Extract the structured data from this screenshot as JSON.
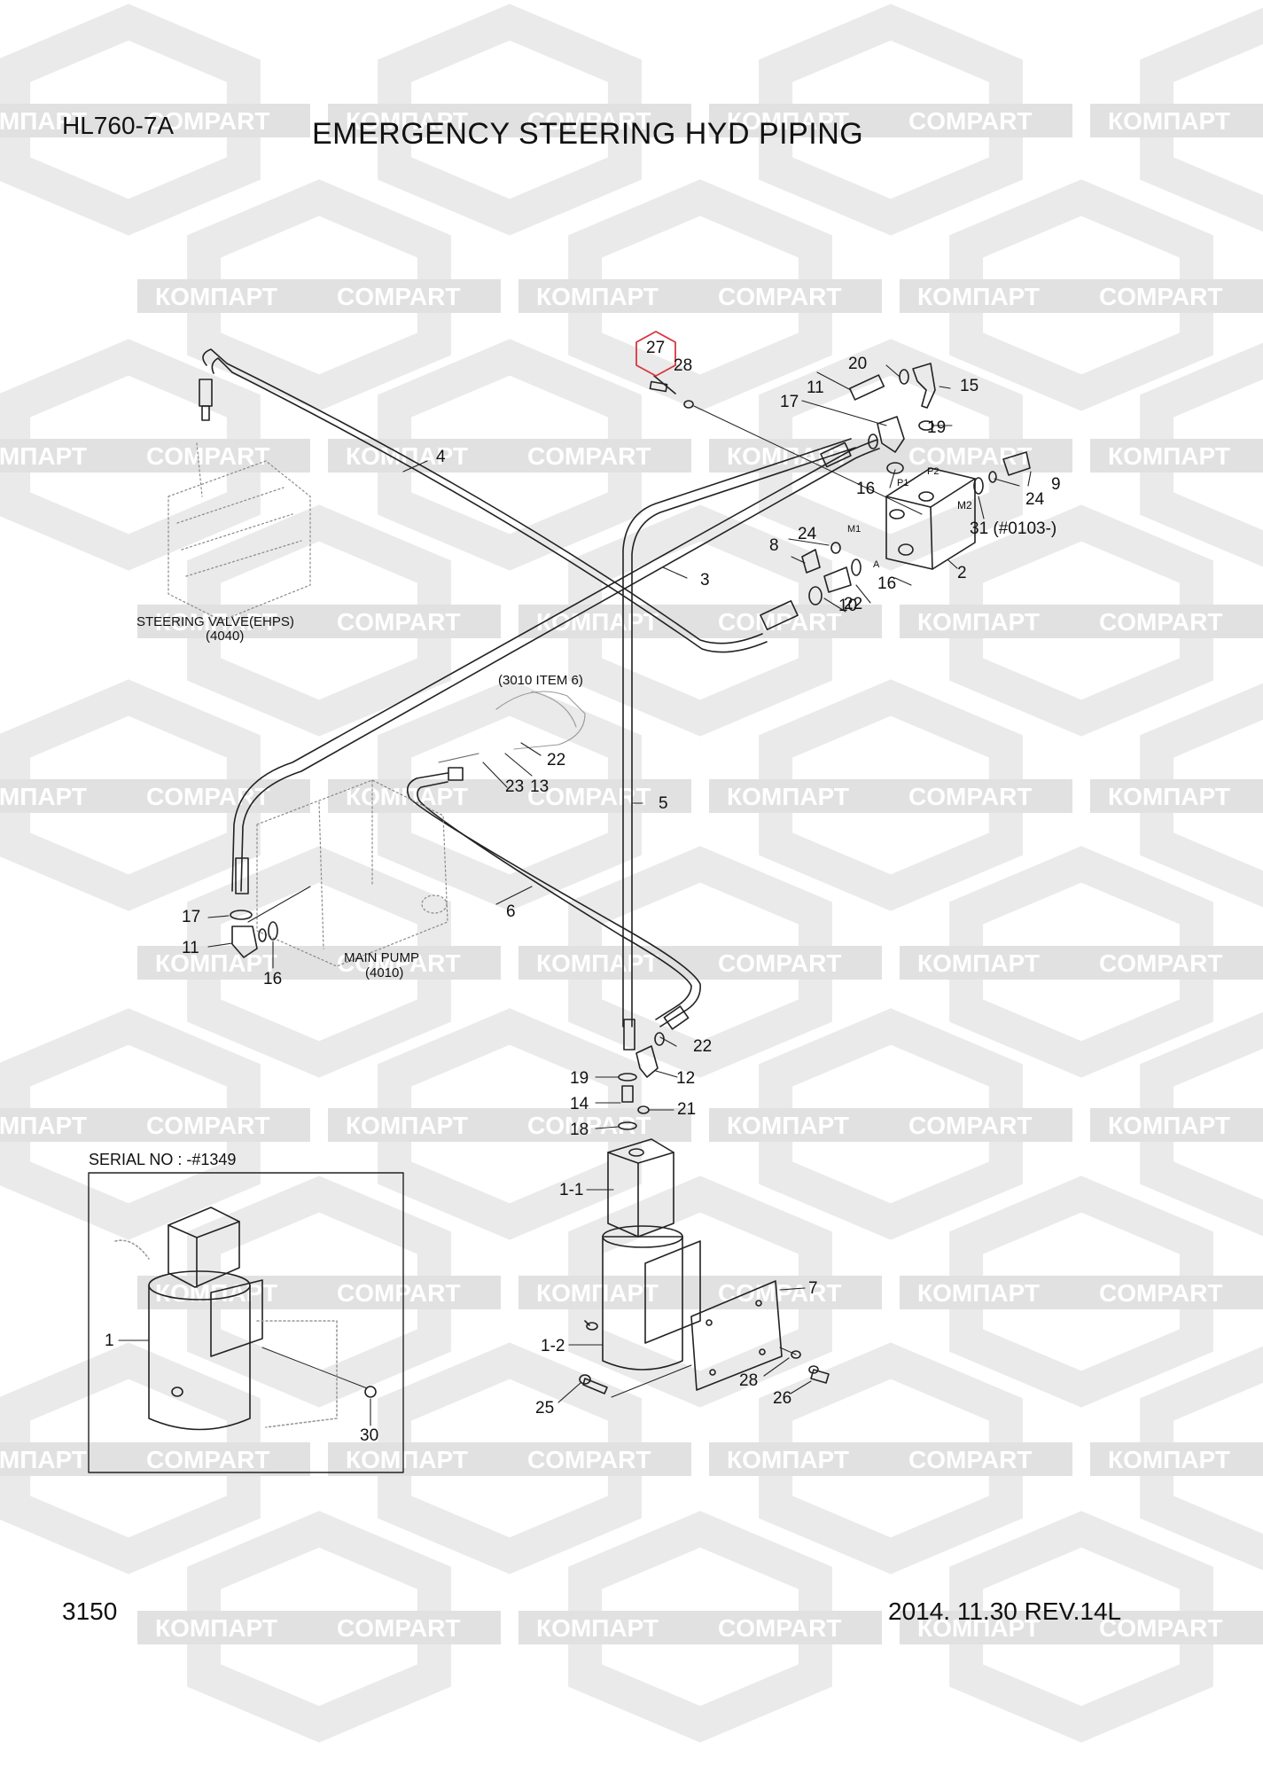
{
  "header": {
    "model": "HL760-7A",
    "title": "EMERGENCY STEERING HYD PIPING"
  },
  "footer": {
    "page_number": "3150",
    "revision": "2014. 11.30 REV.14L"
  },
  "watermark": {
    "text_cyrillic": "КОМПАРТ",
    "text_latin": "COMPART",
    "color": "#d9d9d9"
  },
  "components": {
    "steering_valve": {
      "line1": "STEERING VALVE(EHPS)",
      "line2": "(4040)"
    },
    "main_pump": {
      "line1": "MAIN PUMP",
      "line2": "(4010)"
    },
    "ref_3010": "(3010 ITEM 6)",
    "serial_box_title": "SERIAL NO : -#1349"
  },
  "port_labels": {
    "p1": "P1",
    "p2": "P2",
    "m1": "M1",
    "m2": "M2",
    "a": "A"
  },
  "callouts": [
    "27",
    "28",
    "20",
    "15",
    "11",
    "17",
    "19",
    "4",
    "16",
    "9",
    "24",
    "M2",
    "31 (#0103-)",
    "2",
    "8",
    "24",
    "16",
    "10",
    "22",
    "3",
    "22",
    "13",
    "23",
    "5",
    "6",
    "17",
    "11",
    "16",
    "22",
    "19",
    "12",
    "14",
    "21",
    "18",
    "1-1",
    "7",
    "1-2",
    "28",
    "26",
    "25",
    "1",
    "30"
  ],
  "highlight": {
    "part": "27",
    "color": "#d9363e"
  }
}
